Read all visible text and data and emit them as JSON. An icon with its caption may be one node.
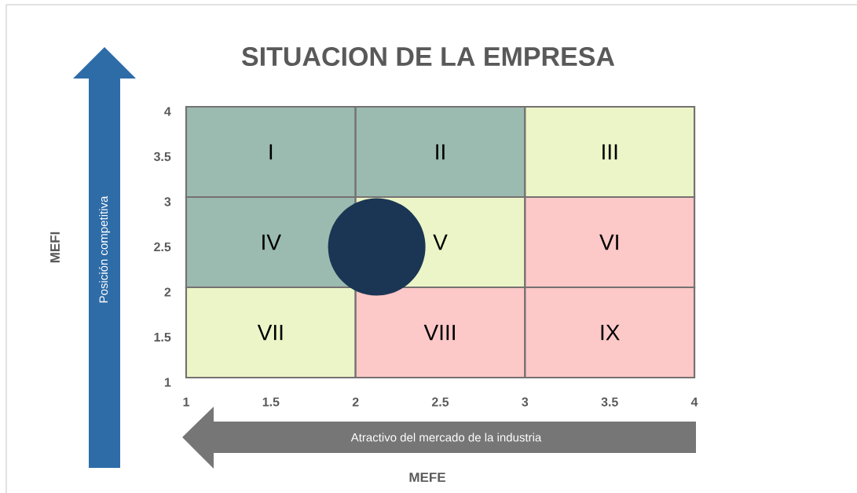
{
  "diagram": {
    "title": "SITUACION DE LA EMPRESA",
    "nodes": [
      {
        "text": [
          "I"
        ]
      },
      {
        "text": [
          "II"
        ]
      },
      {
        "text": [
          "III"
        ]
      },
      {
        "text": [
          "IV"
        ]
      },
      {
        "text": [
          "V"
        ]
      },
      {
        "text": [
          "VI"
        ]
      },
      {
        "text": [
          "VII"
        ]
      },
      {
        "text": [
          "VIII"
        ]
      },
      {
        "text": [
          "IX"
        ]
      },
      {
        "text": [],
        "shape": "circle"
      },
      {
        "text": [
          "Posición competitiva"
        ]
      },
      {
        "text": [
          "Atractivo del mercado de la industria"
        ]
      }
    ],
    "edges": [],
    "labels": [
      "MEFI",
      "4",
      "3.5",
      "3",
      "2.5",
      "2",
      "1.5",
      "1",
      "1",
      "1.5",
      "2",
      "2.5",
      "3",
      "3.5",
      "4",
      "MEFE"
    ]
  }
}
